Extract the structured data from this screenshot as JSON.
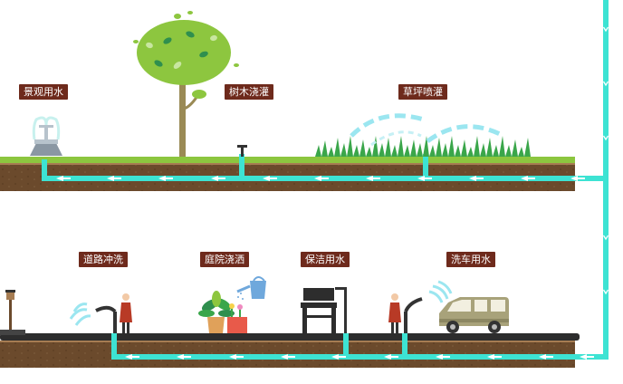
{
  "labels": {
    "fountain": "景观用水",
    "tree": "树木浇灌",
    "lawn": "草坪喷灌",
    "road": "道路冲洗",
    "garden": "庭院浇洒",
    "cleaning": "保洁用水",
    "carwash": "洗车用水"
  },
  "colors": {
    "pipe": "#3de3d3",
    "arrow": "#ffffff",
    "label_bg": "#6e2a1c",
    "grass": "#8cc63f",
    "soil": "#6b4a2c",
    "road": "#2d2d2d",
    "tree_leaf": "#8dc63f",
    "trunk": "#9a8a55",
    "van": "#a8a27a"
  },
  "icons": [
    "fountain-icon",
    "tree-icon",
    "sprinkler-icon",
    "lawn-sprinkler-icon",
    "street-lamp-icon",
    "person-icon",
    "hose-spray-icon",
    "potted-plant-icon",
    "watering-can-icon",
    "bench-icon",
    "van-icon"
  ]
}
